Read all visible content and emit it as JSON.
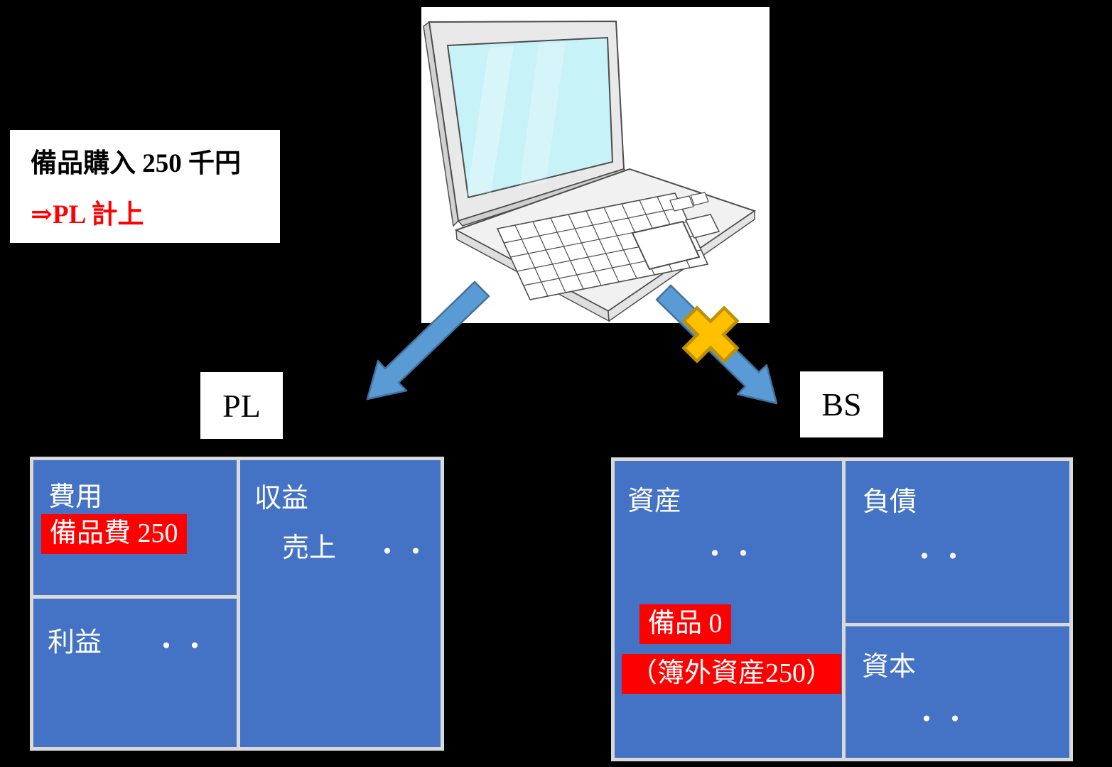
{
  "colors": {
    "background": "#000000",
    "table_fill": "#4472C4",
    "table_border": "#D9D9D9",
    "highlight_red": "#FF0000",
    "arrow_blue": "#5B9BD5",
    "arrow_border": "#41719C",
    "cross_gold": "#FFC000",
    "cross_border": "#BF9000",
    "text_white": "#FFFFFF",
    "text_black": "#000000"
  },
  "info_box": {
    "line1": "備品購入 250 千円",
    "line2": "⇒PL 計上"
  },
  "labels": {
    "pl": "PL",
    "bs": "BS"
  },
  "pl": {
    "expenses": {
      "title": "費用",
      "highlight": "備品費 250"
    },
    "profit": {
      "title": "利益",
      "dots": "・・"
    },
    "revenue": {
      "title": "収益",
      "item": "売上",
      "dots": "・・"
    }
  },
  "bs": {
    "assets": {
      "title": "資産",
      "dots": "・・",
      "highlight1": "備品 0",
      "highlight2": "（簿外資産250）"
    },
    "liabilities": {
      "title": "負債",
      "dots": "・・"
    },
    "capital": {
      "title": "資本",
      "dots": "・・"
    }
  }
}
